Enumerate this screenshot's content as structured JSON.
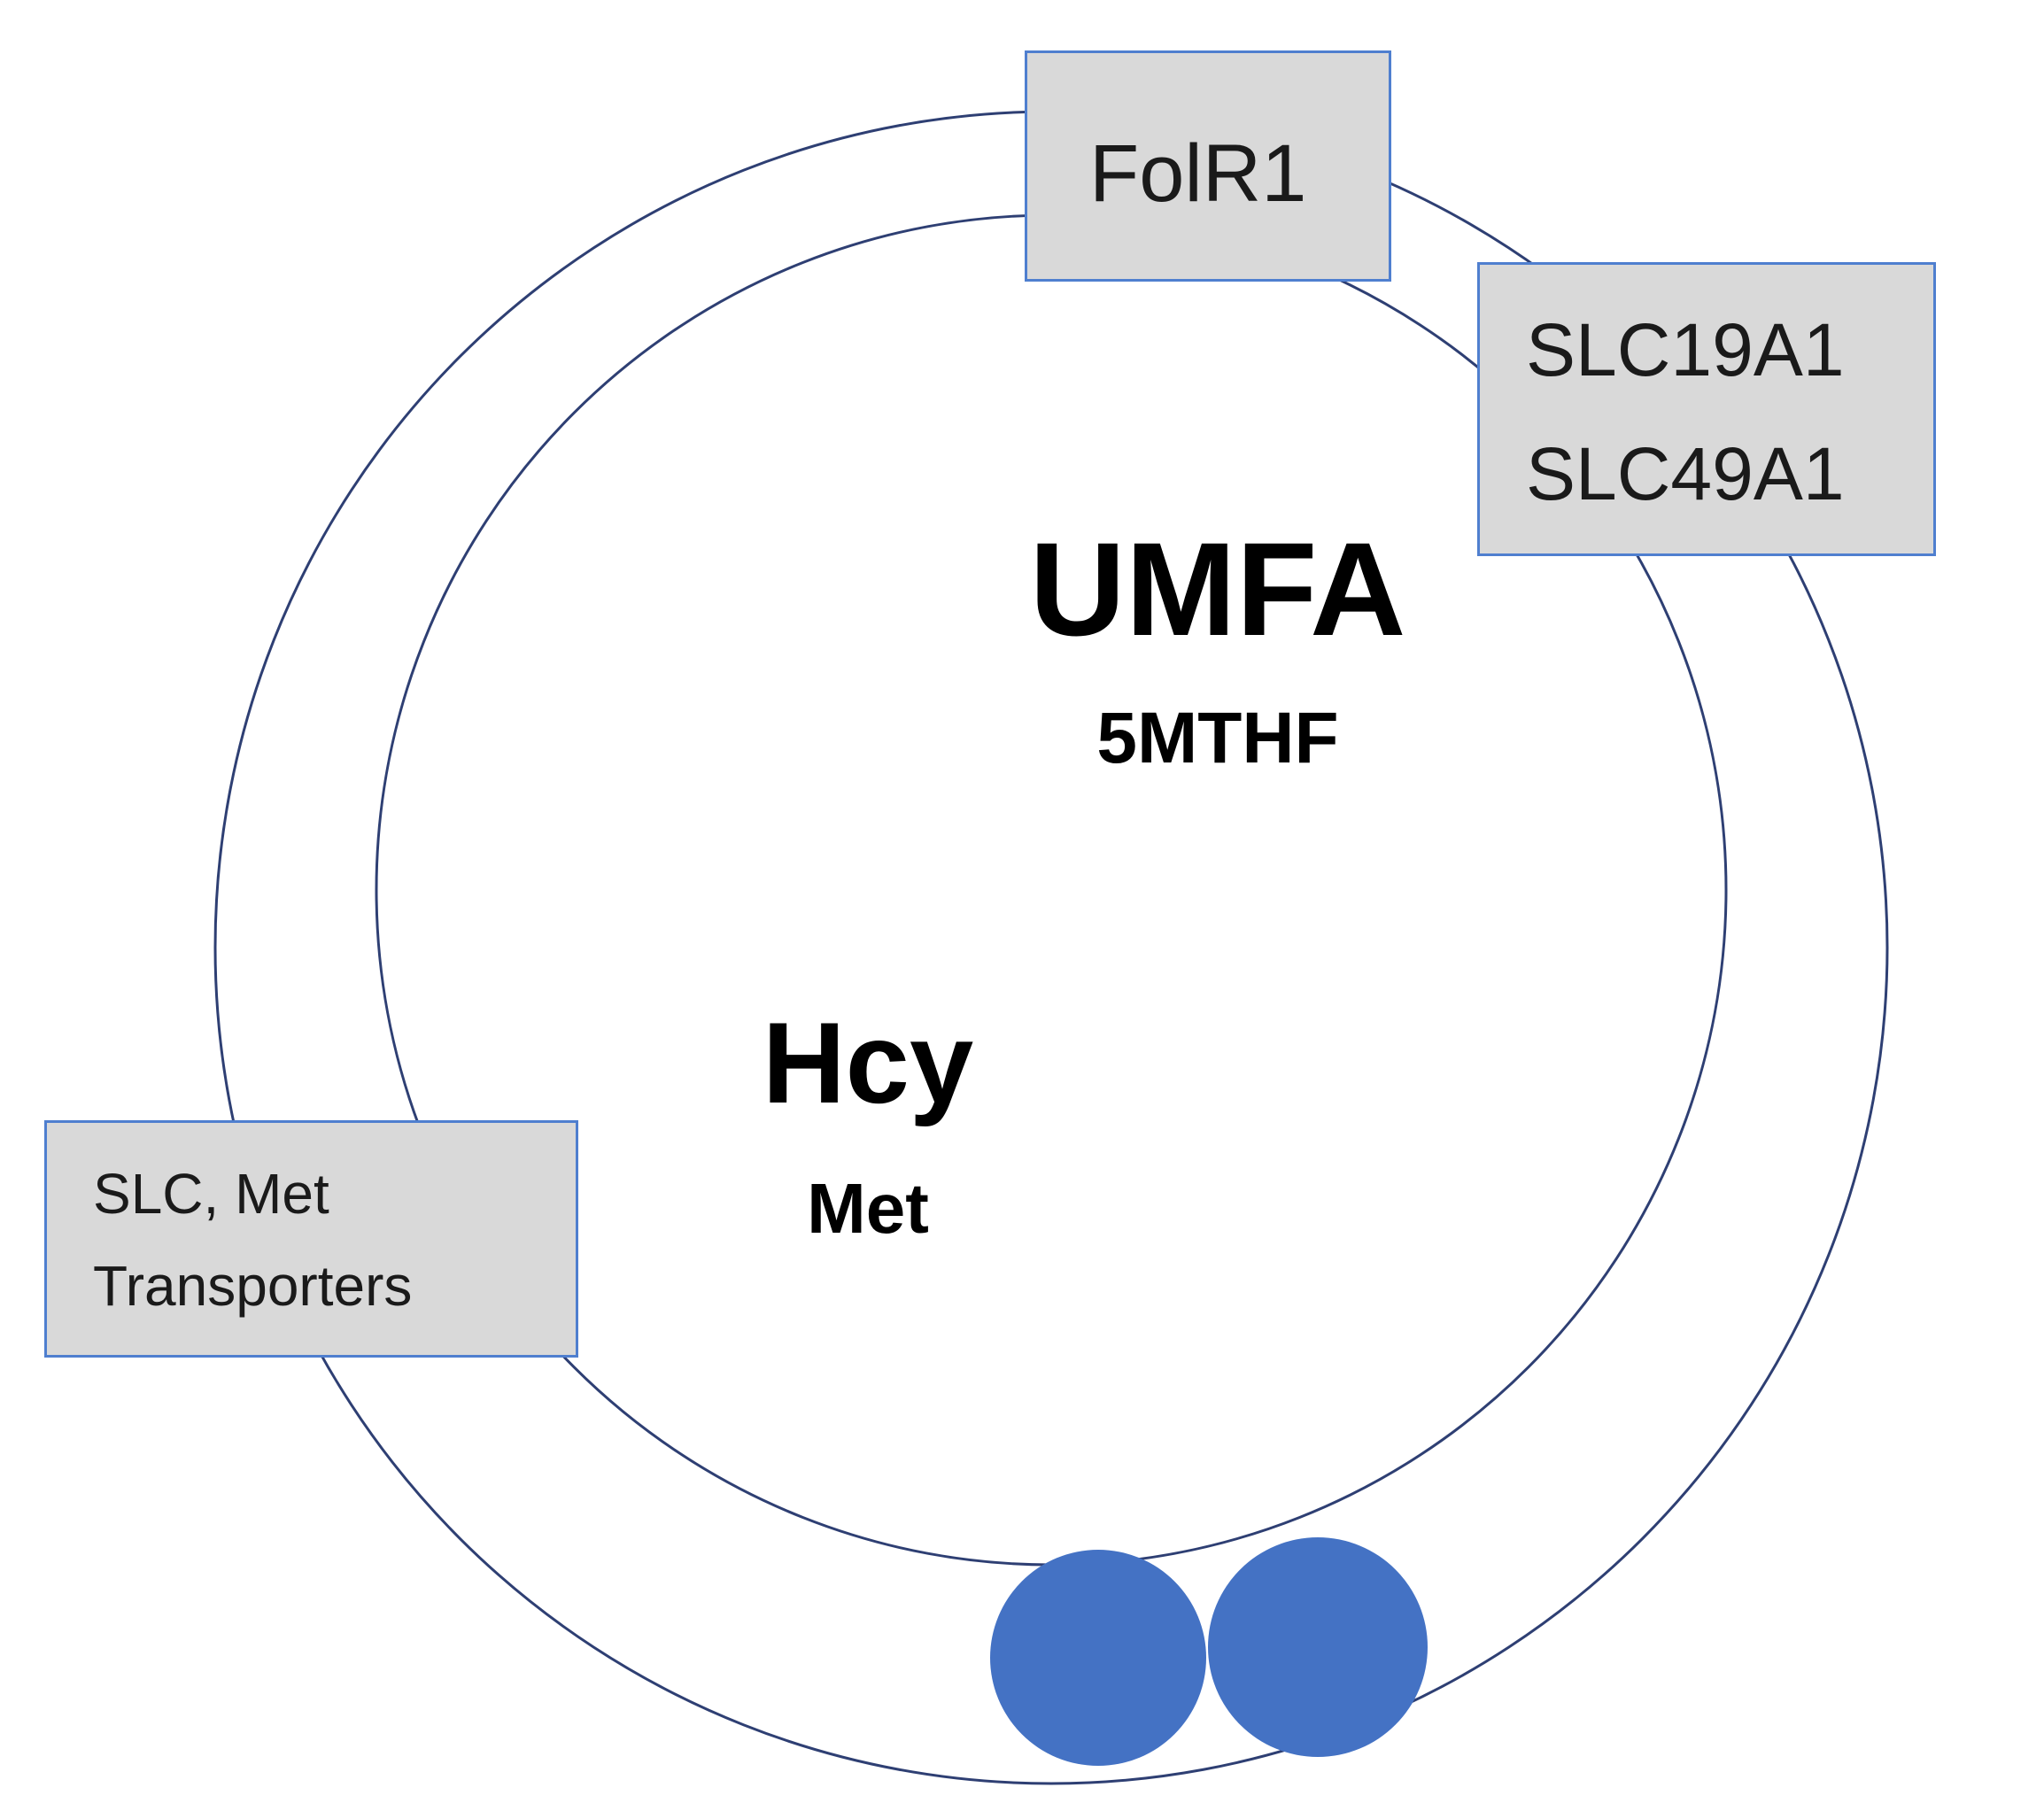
{
  "diagram": {
    "transporters": {
      "folr1": "FolR1",
      "slc_line1": "SLC19A1",
      "slc_line2": "SLC49A1",
      "met_line1": "SLC, Met",
      "met_line2": "Transporters"
    },
    "metabolites": {
      "umfa": "UMFA",
      "mthf": "5MTHF",
      "hcy": "Hcy",
      "met": "Met"
    },
    "colors": {
      "ring_stroke": "#2e3f73",
      "box_fill": "#d9d9d9",
      "box_border": "#4f7fcf",
      "dot_fill": "#4472c4"
    }
  }
}
